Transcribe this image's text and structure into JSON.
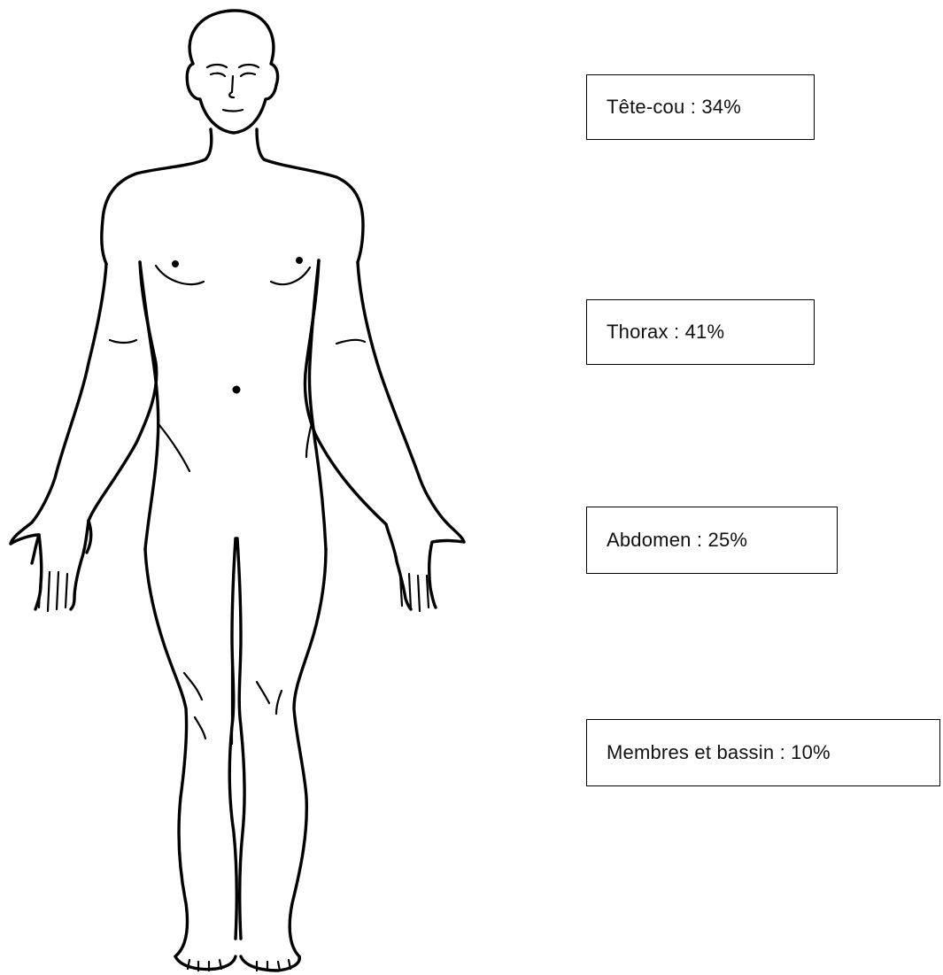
{
  "regions": [
    {
      "id": "head-neck",
      "label": "Tête-cou : 34%"
    },
    {
      "id": "thorax",
      "label": "Thorax : 41%"
    },
    {
      "id": "abdomen",
      "label": "Abdomen : 25%"
    },
    {
      "id": "limbs-pelvis",
      "label": "Membres et bassin : 10%"
    }
  ],
  "figure": {
    "icon": "human-body-outline-front-view",
    "stroke_color": "#000000"
  }
}
